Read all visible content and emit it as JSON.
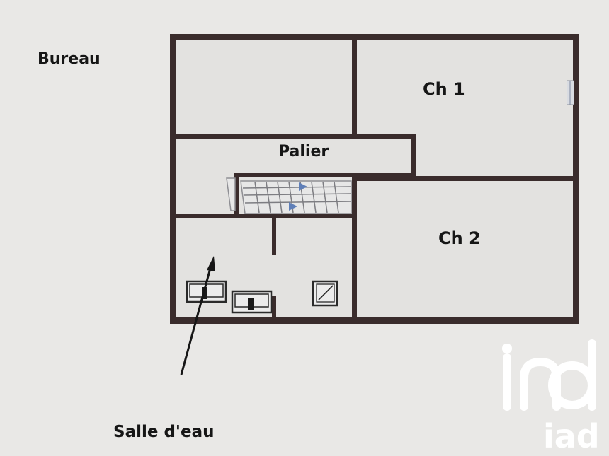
{
  "labels": {
    "bureau": "Bureau",
    "ch1": "Ch 1",
    "palier": "Palier",
    "ch2": "Ch 2",
    "salle_deau": "Salle d'eau"
  },
  "logo": {
    "brand": "iad",
    "symbol_name": "iad-logo-symbol"
  },
  "colors": {
    "background": "#e9e8e6",
    "wall": "#3a2c2c",
    "text": "#161616",
    "stair_arrow": "#5f7fb8",
    "logo": "#ffffff"
  }
}
